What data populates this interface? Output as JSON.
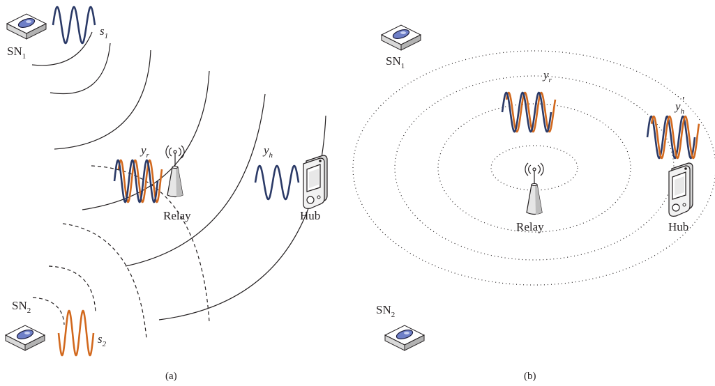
{
  "panel_a": {
    "caption": "(a)",
    "sn1": {
      "base": "SN",
      "sub": "1"
    },
    "sn2": {
      "base": "SN",
      "sub": "2"
    },
    "s1": {
      "base": "s",
      "sub": "1"
    },
    "s2": {
      "base": "s",
      "sub": "2"
    },
    "yr": {
      "base": "y",
      "sub": "r"
    },
    "yh": {
      "base": "y",
      "sub": "h"
    },
    "relay": "Relay",
    "hub": "Hub"
  },
  "panel_b": {
    "caption": "(b)",
    "sn1": {
      "base": "SN",
      "sub": "1"
    },
    "sn2": {
      "base": "SN",
      "sub": "2"
    },
    "yr": {
      "base": "y",
      "sub": "r"
    },
    "yh": {
      "base": "y",
      "sub": "h",
      "prime": "′"
    },
    "relay": "Relay",
    "hub": "Hub"
  },
  "colors": {
    "signal_1": "#2b3a67",
    "signal_2": "#d2691e",
    "line": "#231f20"
  },
  "icons": [
    "sensor-node-icon",
    "relay-antenna-icon",
    "hub-device-icon",
    "radio-waves-icon"
  ]
}
